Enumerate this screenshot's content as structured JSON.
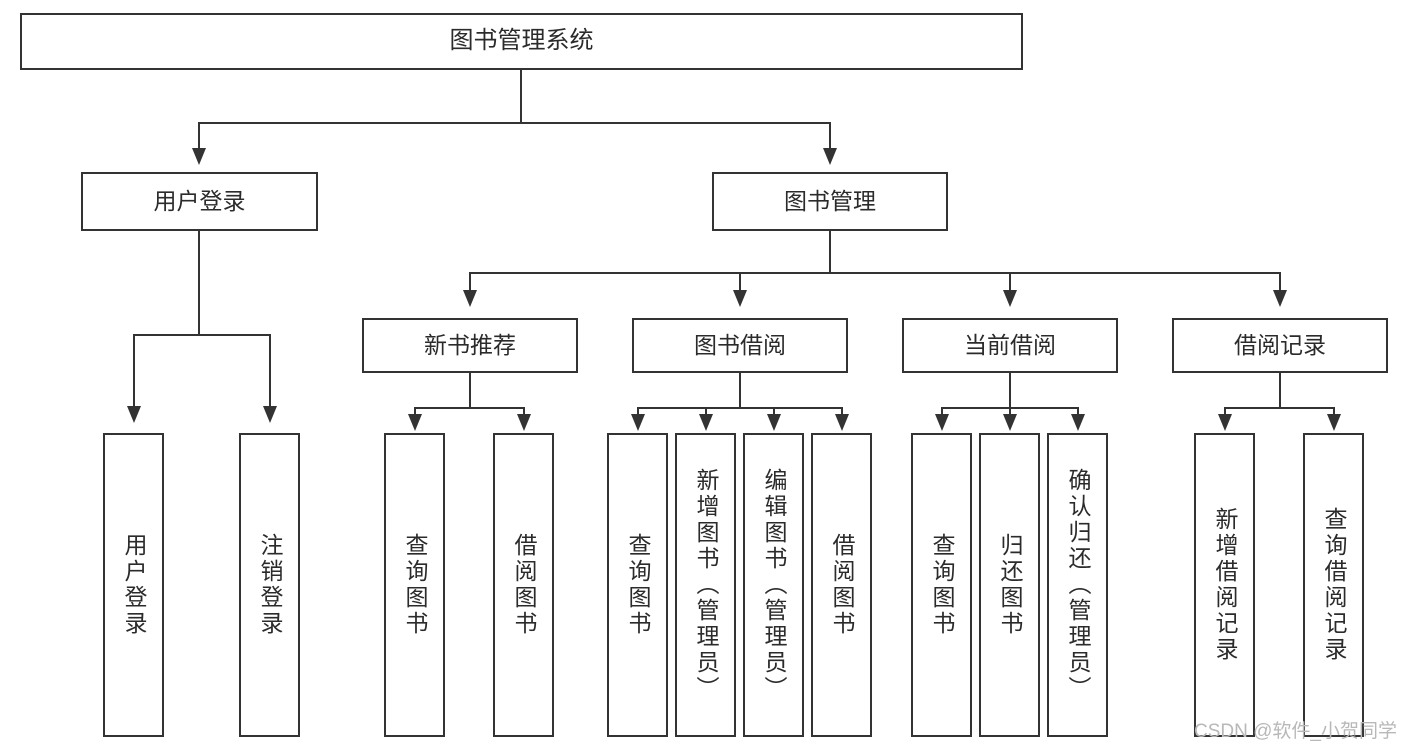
{
  "diagram": {
    "type": "tree",
    "title": "图书管理系统",
    "root": {
      "label": "图书管理系统"
    },
    "level2": [
      {
        "label": "用户登录"
      },
      {
        "label": "图书管理"
      }
    ],
    "level3": [
      {
        "label": "新书推荐"
      },
      {
        "label": "图书借阅"
      },
      {
        "label": "当前借阅"
      },
      {
        "label": "借阅记录"
      }
    ],
    "leaves": {
      "user_login": [
        {
          "label": "用户登录"
        },
        {
          "label": "注销登录"
        }
      ],
      "new_book_recommend": [
        {
          "label": "查询图书"
        },
        {
          "label": "借阅图书"
        }
      ],
      "book_borrow": [
        {
          "label": "查询图书"
        },
        {
          "label": "新增图书（管理员）"
        },
        {
          "label": "编辑图书（管理员）"
        },
        {
          "label": "借阅图书"
        }
      ],
      "current_borrow": [
        {
          "label": "查询图书"
        },
        {
          "label": "归还图书"
        },
        {
          "label": "确认归还（管理员）"
        }
      ],
      "borrow_record": [
        {
          "label": "新增借阅记录"
        },
        {
          "label": "查询借阅记录"
        }
      ]
    },
    "colors": {
      "stroke": "#333333",
      "text": "#2b2b2b",
      "background": "#ffffff",
      "watermark": "#b8b8b8"
    }
  },
  "watermark": {
    "text": "CSDN @软件_小贺同学"
  }
}
